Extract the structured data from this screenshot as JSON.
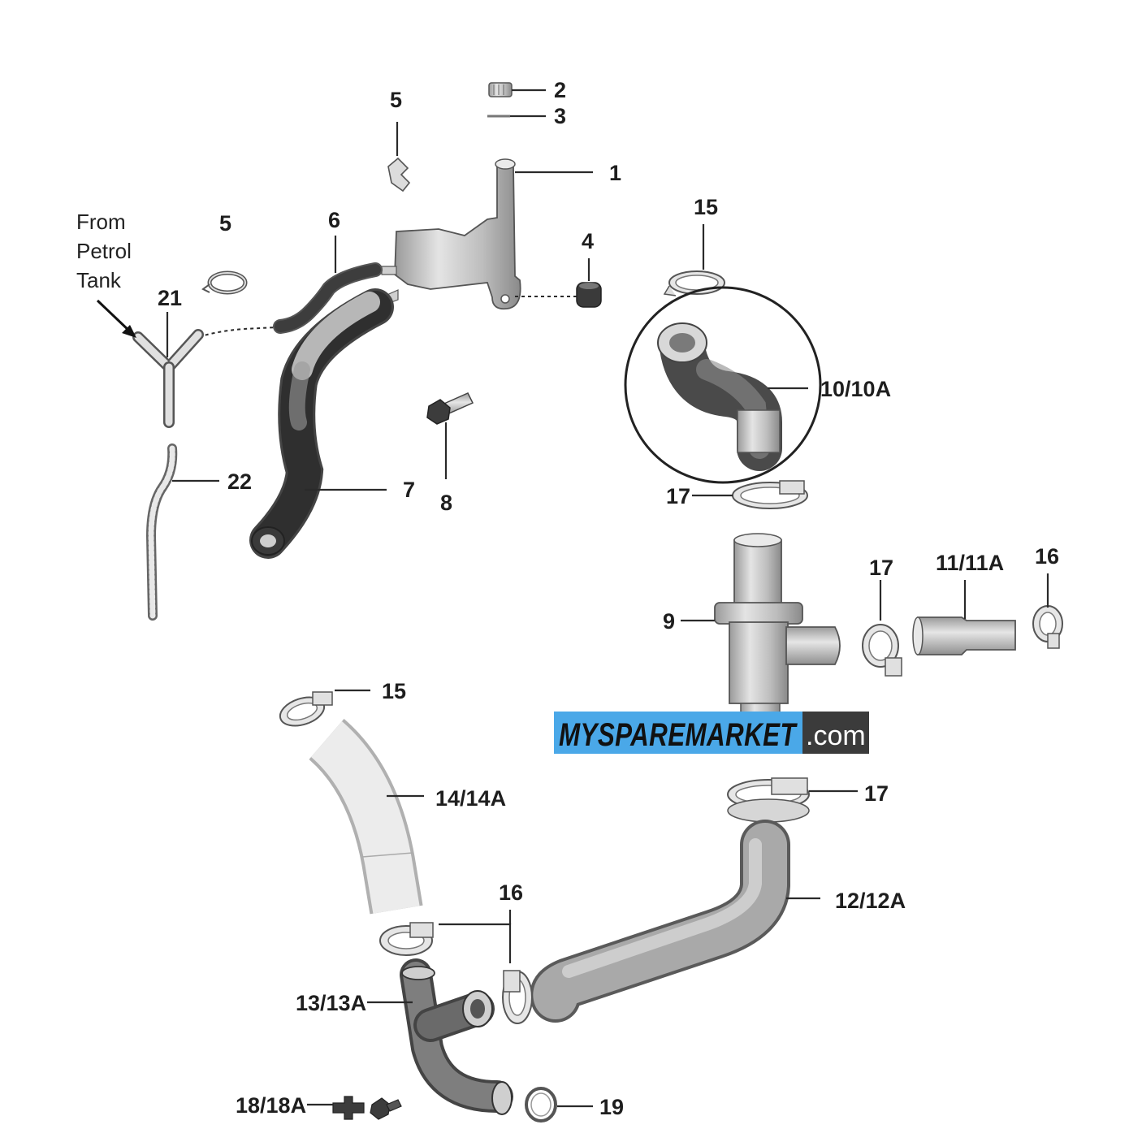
{
  "labels": {
    "p1": "1",
    "p2": "2",
    "p3": "3",
    "p4": "4",
    "p5a": "5",
    "p5b": "5",
    "p6": "6",
    "p7": "7",
    "p8": "8",
    "p9": "9",
    "p10": "10/10A",
    "p11": "11/11A",
    "p12": "12/12A",
    "p13": "13/13A",
    "p14": "14/14A",
    "p15a": "15",
    "p15b": "15",
    "p16a": "16",
    "p16b": "16",
    "p17a": "17",
    "p17b": "17",
    "p17c": "17",
    "p18": "18/18A",
    "p19": "19",
    "p21": "21",
    "p22": "22"
  },
  "note": {
    "line1": "From",
    "line2": "Petrol",
    "line3": "Tank"
  },
  "watermark": {
    "brand": "MYSPAREMARKET",
    "suffix": ".com",
    "colors": {
      "brand_bg": "#4aa8e8",
      "suffix_bg": "#3b3b3b"
    }
  }
}
